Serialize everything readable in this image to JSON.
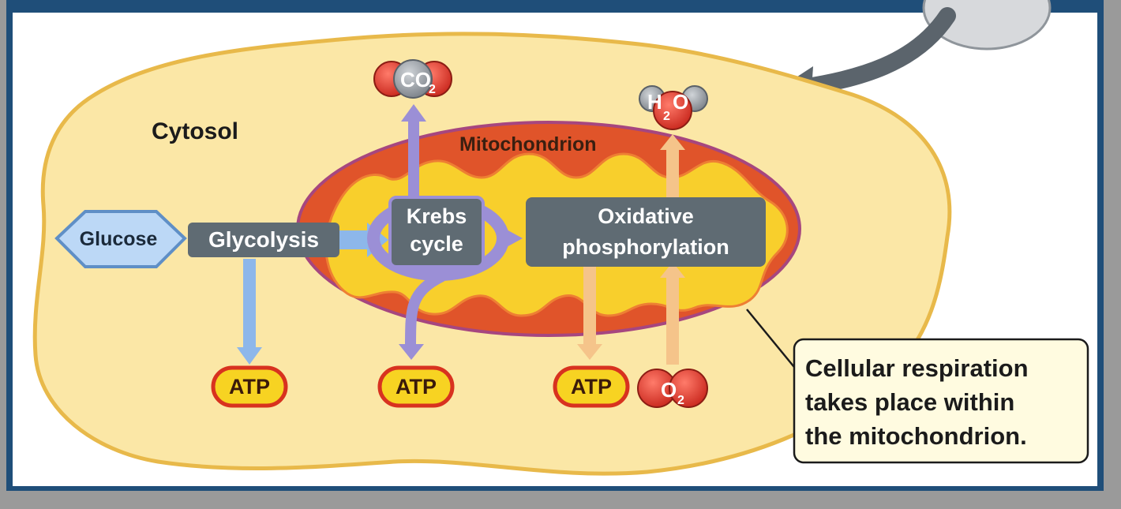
{
  "colors": {
    "frame": "#1f4e79",
    "cytosol_fill": "#fbe7a6",
    "cytosol_stroke": "#e8b94a",
    "mito_outer": "#e0542a",
    "mito_matrix": "#f8cf2c",
    "krebs_purple": "#9b8fd6",
    "glycolysis_arrow": "#8db7ea",
    "oxphos_arrow": "#f5c48a",
    "label_box": "#5f6b73",
    "atp_fill": "#f7d322",
    "atp_ring": "#d8321f",
    "callout_fill": "#fffbe0"
  },
  "labels": {
    "cytosol": "Cytosol",
    "mitochondrion": "Mitochondrion",
    "glucose": "Glucose",
    "glycolysis": "Glycolysis",
    "krebs_line1": "Krebs",
    "krebs_line2": "cycle",
    "oxphos_line1": "Oxidative",
    "oxphos_line2": "phosphorylation"
  },
  "molecules": {
    "co2": {
      "base": "CO",
      "sub": "2"
    },
    "h2o": {
      "base_h": "H",
      "sub": "2",
      "base_o": "O"
    },
    "o2": {
      "base": "O",
      "sub": "2"
    }
  },
  "atp": [
    "ATP",
    "ATP",
    "ATP"
  ],
  "callout": {
    "line1": "Cellular respiration",
    "line2": "takes place within",
    "line3": "the mitochondrion."
  }
}
